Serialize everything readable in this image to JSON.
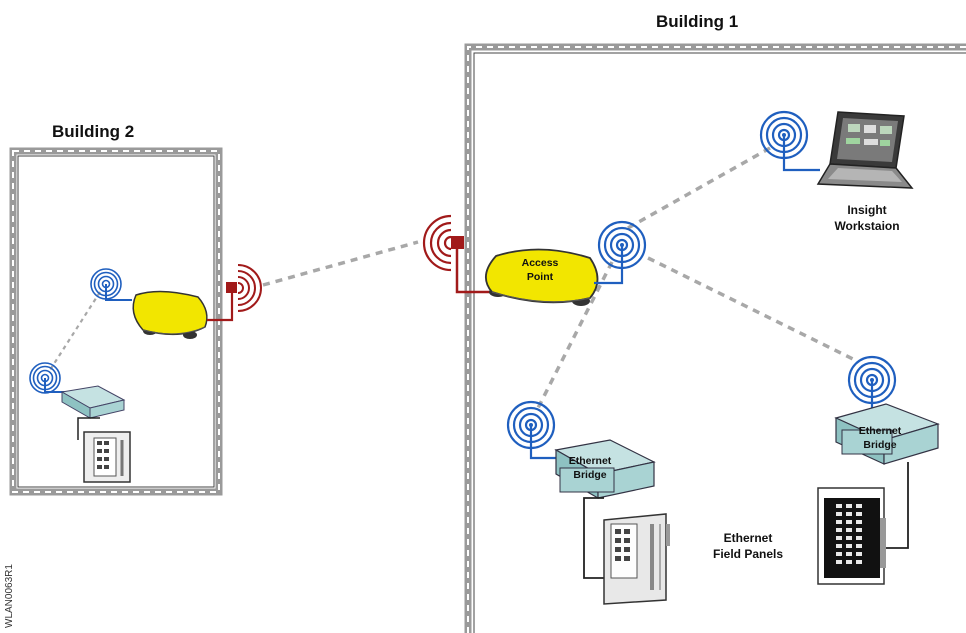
{
  "buildings": {
    "building1": {
      "label": "Building  1"
    },
    "building2": {
      "label": "Building 2"
    }
  },
  "devices": {
    "access_point": {
      "line1": "Access",
      "line2": "Point"
    },
    "bridge_a": {
      "line1": "Ethernet",
      "line2": "Bridge"
    },
    "bridge_b": {
      "line1": "Ethernet",
      "line2": "Bridge"
    },
    "workstation": {
      "line1": "Insight",
      "line2": "Workstaion"
    },
    "field_panels": {
      "line1": "Ethernet",
      "line2": "Field Panels"
    }
  },
  "doc_id": "WLAN0063R1",
  "colors": {
    "wall_gray": "#9a9a9a",
    "wireless_blue": "#1f5fbf",
    "outdoor_red": "#a11a1a",
    "access_point_yellow": "#f2e600",
    "bridge_teal": "#a9d3d3",
    "link_dashed": "#a8a8a8"
  }
}
